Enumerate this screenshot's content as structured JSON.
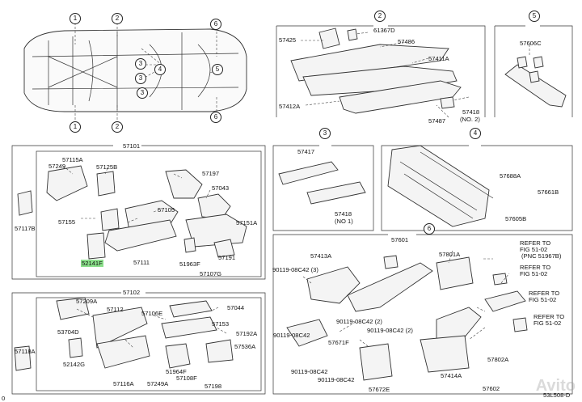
{
  "diagram": {
    "circled_refs": {
      "r1a": "1",
      "r1b": "1",
      "r2a": "2",
      "r2b": "2",
      "r3a": "3",
      "r3b": "3",
      "r3c": "3",
      "r4": "4",
      "r5": "5",
      "r6a": "6",
      "r6b": "6",
      "g2": "2",
      "g5": "5",
      "g3": "3",
      "g4": "4",
      "g6": "6"
    },
    "group_headers": {
      "g1": "57101",
      "g1b": "57102",
      "g6": "57601"
    },
    "labels": {
      "l57425": "57425",
      "l61367d": "61367D",
      "l57486": "57486",
      "l57411a": "57411A",
      "l57412a": "57412A",
      "l57487": "57487",
      "l57418a": "57418",
      "l57418a_sub": "(NO. 2)",
      "l57606c": "57606C",
      "l57249": "57249",
      "l57115a": "57115A",
      "l57125b": "57125B",
      "l57197": "57197",
      "l57043": "57043",
      "l57117b": "57117B",
      "l57155": "57155",
      "l57105": "57105",
      "l57151a": "57151A",
      "l52141f": "52141F",
      "l57111": "57111",
      "l51963f": "51963F",
      "l57191": "57191",
      "l57107g": "57107G",
      "l57417": "57417",
      "l57418b": "57418",
      "l57418b_sub": "(NO 1)",
      "l57688a": "57688A",
      "l57661b": "57661B",
      "l57605b": "57605B",
      "l57209a": "57209A",
      "l57112": "57112",
      "l57106e": "57106E",
      "l57044": "57044",
      "l53704d": "53704D",
      "l57153": "57153",
      "l57192a": "57192A",
      "l57118a": "57118A",
      "l57536a": "57536A",
      "l52142g": "52142G",
      "l51964f": "51964F",
      "l57116a": "57116A",
      "l57249b": "57249A",
      "l57108f": "57108F",
      "l57198": "57198",
      "l57413a": "57413A",
      "l57801a": "57801A",
      "l90119a": "90119-08C42 (3)",
      "l90119b": "90119-08C42 (2)",
      "l90119c": "90119-08C42 (2)",
      "l90119d": "90119-08C42",
      "l90119e": "90119-08C42",
      "l90119f": "90119-08C42",
      "l57671f": "57671F",
      "l57672e": "57672E",
      "l57414a": "57414A",
      "l57802a": "57802A",
      "l57602": "57602",
      "ref1a": "REFER TO",
      "ref1b": "FIG 51-02",
      "ref1c": "(PNC 51967B)",
      "ref2a": "REFER TO",
      "ref2b": "FIG 51-02",
      "ref3a": "REFER TO",
      "ref3b": "FIG 51-02",
      "ref4a": "REFER TO",
      "ref4b": "FIG 51-02",
      "code": "53L508-D",
      "zero": "0"
    },
    "watermark": "Avito"
  }
}
